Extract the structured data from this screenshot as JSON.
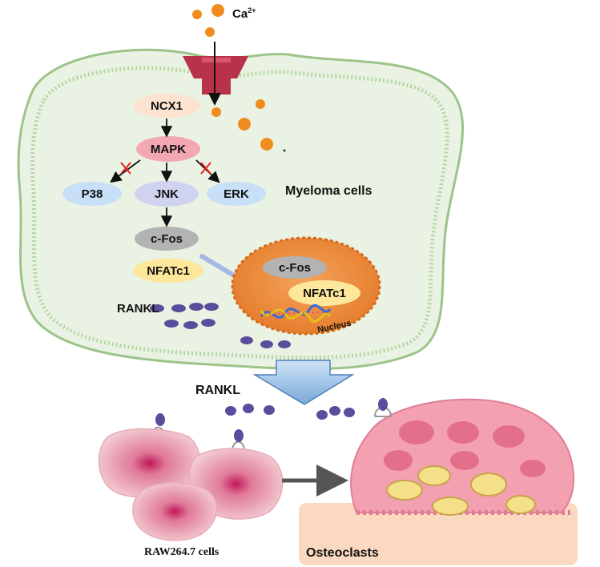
{
  "ion": {
    "label": "Ca",
    "charge": "2+"
  },
  "pathway": {
    "ncx1": "NCX1",
    "mapk": "MAPK",
    "p38": "P38",
    "jnk": "JNK",
    "erk": "ERK",
    "cfos": "c-Fos",
    "nfatc1": "NFATc1"
  },
  "nucleus": {
    "cfos": "c-Fos",
    "nfatc1": "NFATc1",
    "label": "Nucleus"
  },
  "cell_label": "Myeloma cells",
  "rankl_inside": "RANKL",
  "rankl_outside": "RANKL",
  "raw_label": "RAW264.7 cells",
  "osteoclast_label": "Osteoclasts",
  "colors": {
    "cell_fill": "#eaf3e3",
    "cell_border": "#9cc48a",
    "calcium": "#f08c1e",
    "channel": "#b8324a",
    "ncx1_pill": "#fbe3cf",
    "mapk_pill": "#f2a7b1",
    "p38_pill": "#c7dff7",
    "jnk_pill": "#cfd3ef",
    "erk_pill": "#c7dff7",
    "cfos_pill": "#b3b3b3",
    "nfatc1_pill": "#fde79a",
    "nucleus": "#e98a3a",
    "rankl": "#5a4d9e",
    "raw_cell": "#f0c5cc",
    "osteoclast": "#f3a0b0",
    "bone": "#fbd9c0"
  }
}
